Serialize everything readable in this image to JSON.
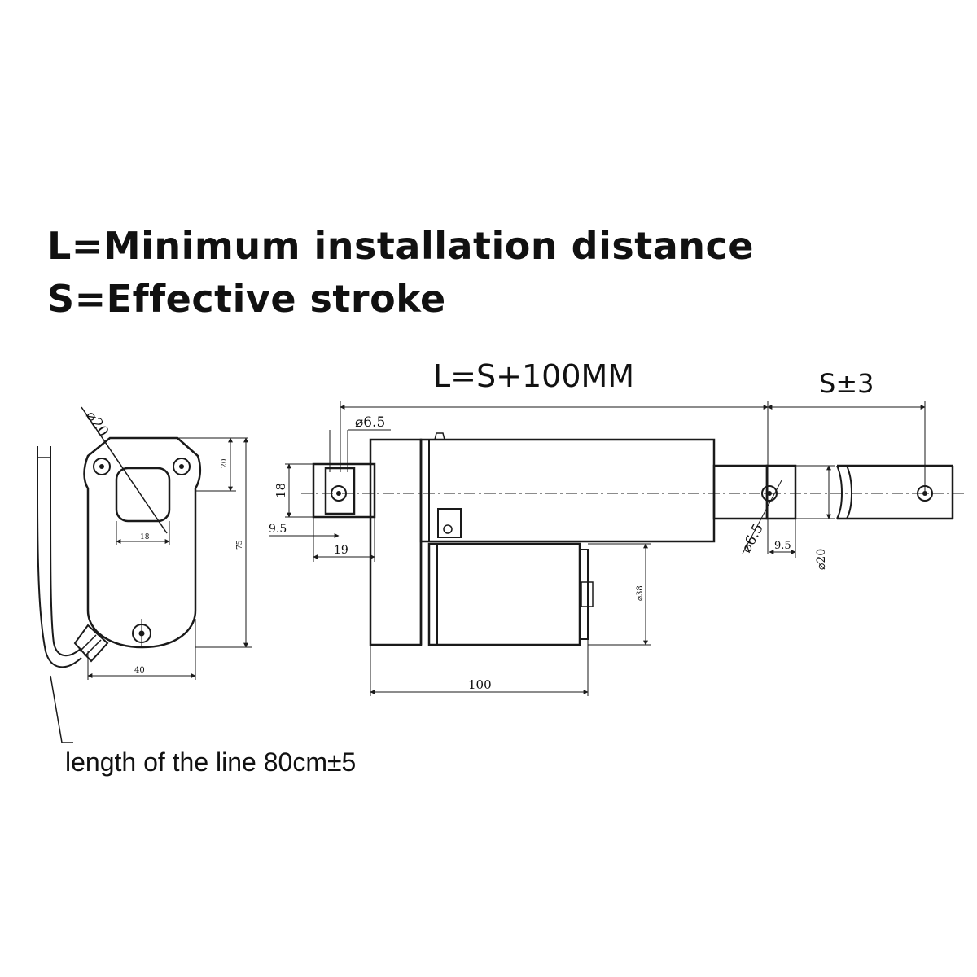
{
  "legend": {
    "l_def": "L=Minimum installation distance",
    "s_def": "S=Effective stroke"
  },
  "formula": "L=S+100MM",
  "stroke_tolerance": "S±3",
  "cable_note": "length of the line 80cm±5",
  "dimensions": {
    "end_view": {
      "hole_diameter": "⌀20",
      "top_offset": "20",
      "inner_width": "18",
      "total_height": "75",
      "width": "40"
    },
    "side_view": {
      "rear_hole": "⌀6.5",
      "rear_height": "18",
      "rear_offset": "9.5",
      "rear_width": "19",
      "front_hole": "⌀6.5",
      "front_offset": "9.5",
      "rod_diameter": "⌀20",
      "motor_diameter": "⌀38",
      "motor_length": "100"
    }
  },
  "colors": {
    "line": "#1a1a1a",
    "text": "#111111",
    "background": "#ffffff"
  }
}
